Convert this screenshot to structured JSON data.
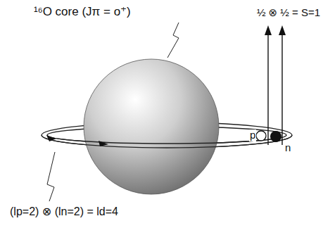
{
  "diagram": {
    "labels": [
      "¹⁶O core (Jπ = o⁺)",
      "½ ⊗ ½ = S=1",
      "p",
      "n",
      "(lp=2) ⊗ (ln=2) = ld=4"
    ]
  }
}
